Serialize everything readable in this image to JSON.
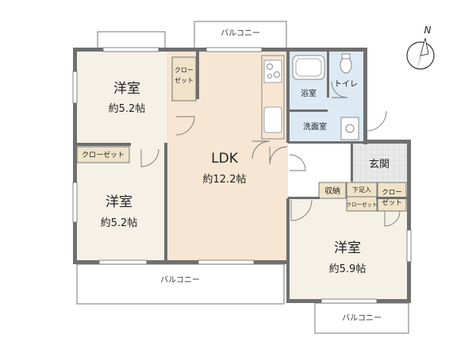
{
  "compass": {
    "north_label": "N"
  },
  "rooms": {
    "western_top_left": {
      "name": "洋室",
      "area": "約5.2帖"
    },
    "western_mid_left": {
      "name": "洋室",
      "area": "約5.2帖"
    },
    "ldk": {
      "name": "LDK",
      "area": "約12.2帖"
    },
    "western_bottom_right": {
      "name": "洋室",
      "area": "約5.9帖"
    },
    "bath": {
      "name": "浴室"
    },
    "toilet": {
      "name": "トイレ"
    },
    "washroom": {
      "name": "洗面室"
    },
    "entrance": {
      "name": "玄関"
    }
  },
  "storage": {
    "closet_vertical_lines": [
      "クロー",
      "ゼット"
    ],
    "closet_left": "クローゼット",
    "shunou": "収納",
    "shoe_rack": "下足入",
    "closet_small": "クローゼット",
    "closet_right_lines": [
      "クロー",
      "ゼット"
    ]
  },
  "balconies": {
    "top": "バルコニー",
    "bottom_left": "バルコニー",
    "bottom_right": "バルコニー"
  },
  "colors": {
    "room_fill": "#f6f1e6",
    "ldk_fill": "#f6e6d3",
    "water_fill": "#ddeaf4",
    "closet_fill": "#efe3c8",
    "entrance_fill": "#e6e6e6",
    "wall": "#6f6f6f"
  }
}
